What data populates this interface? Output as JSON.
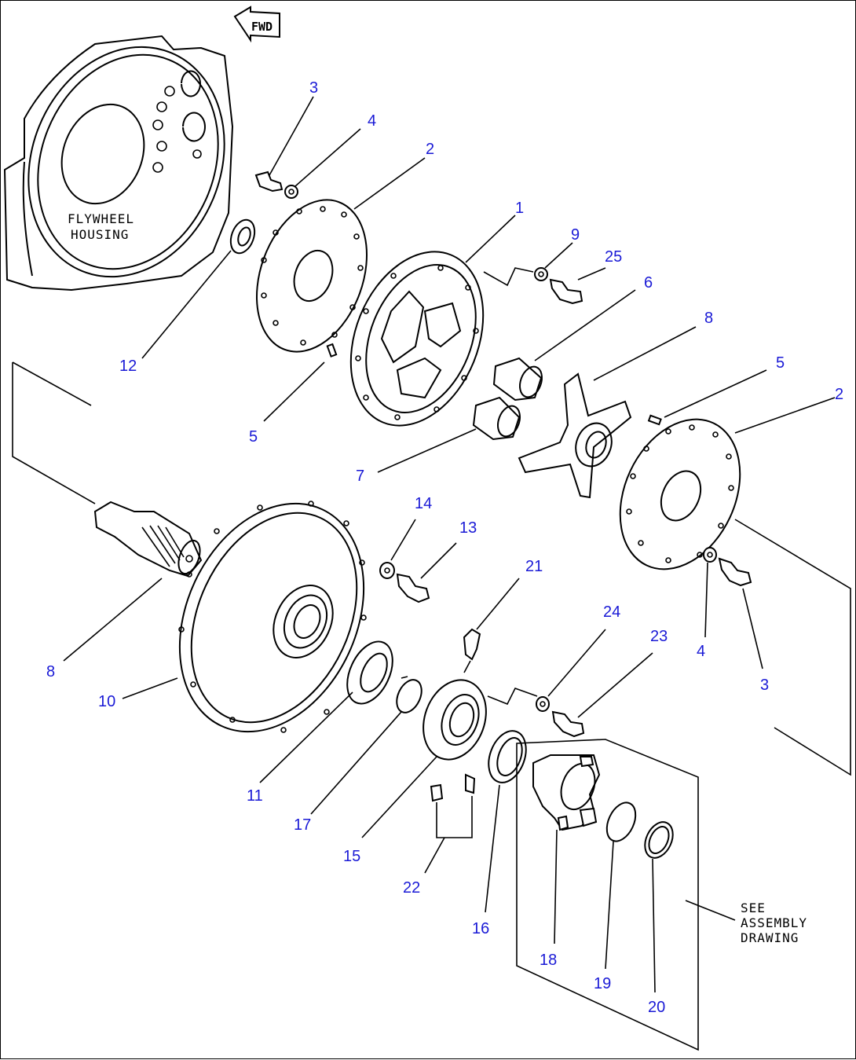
{
  "labels": {
    "housing_line1": "FLYWHEEL",
    "housing_line2": "HOUSING",
    "fwd": "FWD",
    "see_line1": "SEE",
    "see_line2": "ASSEMBLY",
    "see_line3": "DRAWING"
  },
  "callouts": {
    "c1": "1",
    "c2a": "2",
    "c2b": "2",
    "c3a": "3",
    "c3b": "3",
    "c4a": "4",
    "c4b": "4",
    "c5a": "5",
    "c5b": "5",
    "c6": "6",
    "c7": "7",
    "c8a": "8",
    "c8b": "8",
    "c9": "9",
    "c10": "10",
    "c11": "11",
    "c12": "12",
    "c13": "13",
    "c14": "14",
    "c15": "15",
    "c16": "16",
    "c17": "17",
    "c18": "18",
    "c19": "19",
    "c20": "20",
    "c21": "21",
    "c22": "22",
    "c23": "23",
    "c24": "24",
    "c25": "25"
  },
  "colors": {
    "callout": "#1a1ad6",
    "line": "#000000"
  }
}
